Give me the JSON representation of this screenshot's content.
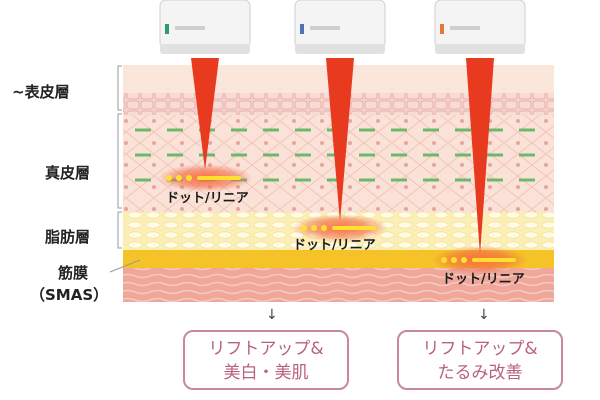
{
  "layers": {
    "epidermis": "~表皮層",
    "dermis": "真皮層",
    "fat": "脂肪層",
    "smas_line1": "筋膜",
    "smas_line2": "（SMAS）"
  },
  "cartridges": [
    {
      "depth_label": "ドット/リニア",
      "accent": "#2e9c6a"
    },
    {
      "depth_label": "ドット/リニア",
      "accent": "#4f6fb8"
    },
    {
      "depth_label": "ドット/リニア",
      "accent": "#e07a3a"
    }
  ],
  "results": [
    {
      "line1": "リフトアップ&",
      "line2": "美白・美肌"
    },
    {
      "line1": "リフトアップ&",
      "line2": "たるみ改善"
    }
  ],
  "colors": {
    "energy": "#e83a1f",
    "focus_glow": "#f07a4a",
    "dot": "#ffe030",
    "smas": "#f5c327",
    "dermis_dash": "#6cb86c",
    "result_border": "#c9879f",
    "result_text": "#b8617f"
  },
  "icons": {
    "arrow": "↓"
  }
}
